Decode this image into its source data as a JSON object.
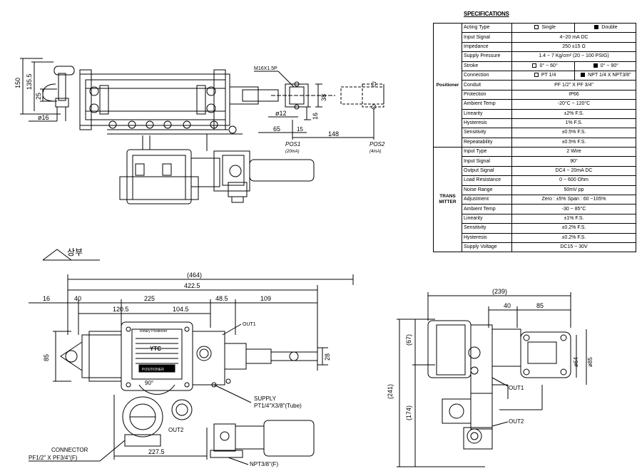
{
  "spec": {
    "title": "SPECIFICATIONS",
    "positioner": {
      "group": "Positioner",
      "rows": [
        {
          "item": "Acting Type",
          "type": "options",
          "options": [
            {
              "label": "Single",
              "checked": false
            },
            {
              "label": "Double",
              "checked": true
            }
          ]
        },
        {
          "item": "Input Signal",
          "value": "4~20 mA DC"
        },
        {
          "item": "Impedance",
          "value": "250 ±15 Ω"
        },
        {
          "item": "Supply Pressure",
          "value": "1.4 ~ 7 Kg/cm² (20 ~ 100 PSIG)"
        },
        {
          "item": "Stroke",
          "type": "options",
          "options": [
            {
              "label": "0° ~ 60°",
              "checked": false
            },
            {
              "label": "0° ~ 90°",
              "checked": true
            }
          ]
        },
        {
          "item": "Connection",
          "type": "options",
          "options": [
            {
              "label": "PT 1/4",
              "checked": false
            },
            {
              "label": "NPT 1/4 X NPT3/8\"",
              "checked": true
            }
          ]
        },
        {
          "item": "Conduit",
          "value": "PF 1/2\" X PF 3/4\""
        },
        {
          "item": "Protection",
          "value": "IP66"
        },
        {
          "item": "Ambient Temp",
          "value": "-20°C ~ 120°C"
        },
        {
          "item": "Linearity",
          "value": "±2% F.S."
        },
        {
          "item": "Hysteresis",
          "value": "1% F.S."
        },
        {
          "item": "Sensitivity",
          "value": "±0.5% F.S."
        },
        {
          "item": "Repeatability",
          "value": "±0.5% F.S."
        }
      ]
    },
    "transmitter": {
      "group_line1": "TRANS",
      "group_line2": "MITTER",
      "rows": [
        {
          "item": "Input Type",
          "value": "2 Wire"
        },
        {
          "item": "Input Signal",
          "value": "90°"
        },
        {
          "item": "Output Signal",
          "value": "DC4 ~ 20mA DC"
        },
        {
          "item": "Load Resistance",
          "value": "0 ~ 600 Ohm"
        },
        {
          "item": "Noise Range",
          "value": "50mV pp"
        },
        {
          "item": "Adjustment",
          "value": "Zero : ±5%  Span : 60 ~105%"
        },
        {
          "item": "Ambient Temp",
          "value": "-30 ~ 85°C"
        },
        {
          "item": "Linearity",
          "value": "±1% F.S."
        },
        {
          "item": "Sensitivity",
          "value": "±0.2% F.S."
        },
        {
          "item": "Hysteresis",
          "value": "±0.2% F.S."
        },
        {
          "item": "Supply Voltage",
          "value": "DC15 ~ 30V"
        }
      ]
    }
  },
  "side_view": {
    "dims": {
      "d150": "150",
      "d135_5": "135.5",
      "d25": "25",
      "d16": "ø16",
      "d38": "38",
      "d16b": "16",
      "d12": "ø12",
      "d65": "65",
      "d15": "15",
      "d148": "148"
    },
    "thread": "M16X1.5P",
    "pos1": "POS1",
    "pos1_sub": "(20mA)",
    "pos2": "POS2",
    "pos2_sub": "(4mA)"
  },
  "top_view": {
    "direction_label": "상부",
    "dims": {
      "d464": "(464)",
      "d422_5": "422.5",
      "d16": "16",
      "d40": "40",
      "d225": "225",
      "d48_5": "48.5",
      "d109": "109",
      "d120_5": "120.5",
      "d104_5": "104.5",
      "d85": "85",
      "d28": "28",
      "d227_5": "227.5"
    },
    "angle": "90°",
    "out1": "OUT1",
    "out2": "OUT2",
    "supply": "SUPPLY",
    "supply_port": "PT1/4\"X3/8\"(Tube)",
    "connector": "CONNECTOR",
    "connector_spec": "PF1/2\" X PF3/4\"(F)",
    "npt": "NPT3/8\"(F)",
    "nameplate1": "Rotary Positioner",
    "nameplate2": "POSITIONER",
    "brand": "YTC"
  },
  "end_view": {
    "dims": {
      "d239": "(239)",
      "d40": "40",
      "d85": "85",
      "d67": "(67)",
      "d241": "(241)",
      "d174": "(174)",
      "d64": "ø64",
      "d85b": "ø85"
    },
    "out1": "OUT1",
    "out2": "OUT2"
  }
}
